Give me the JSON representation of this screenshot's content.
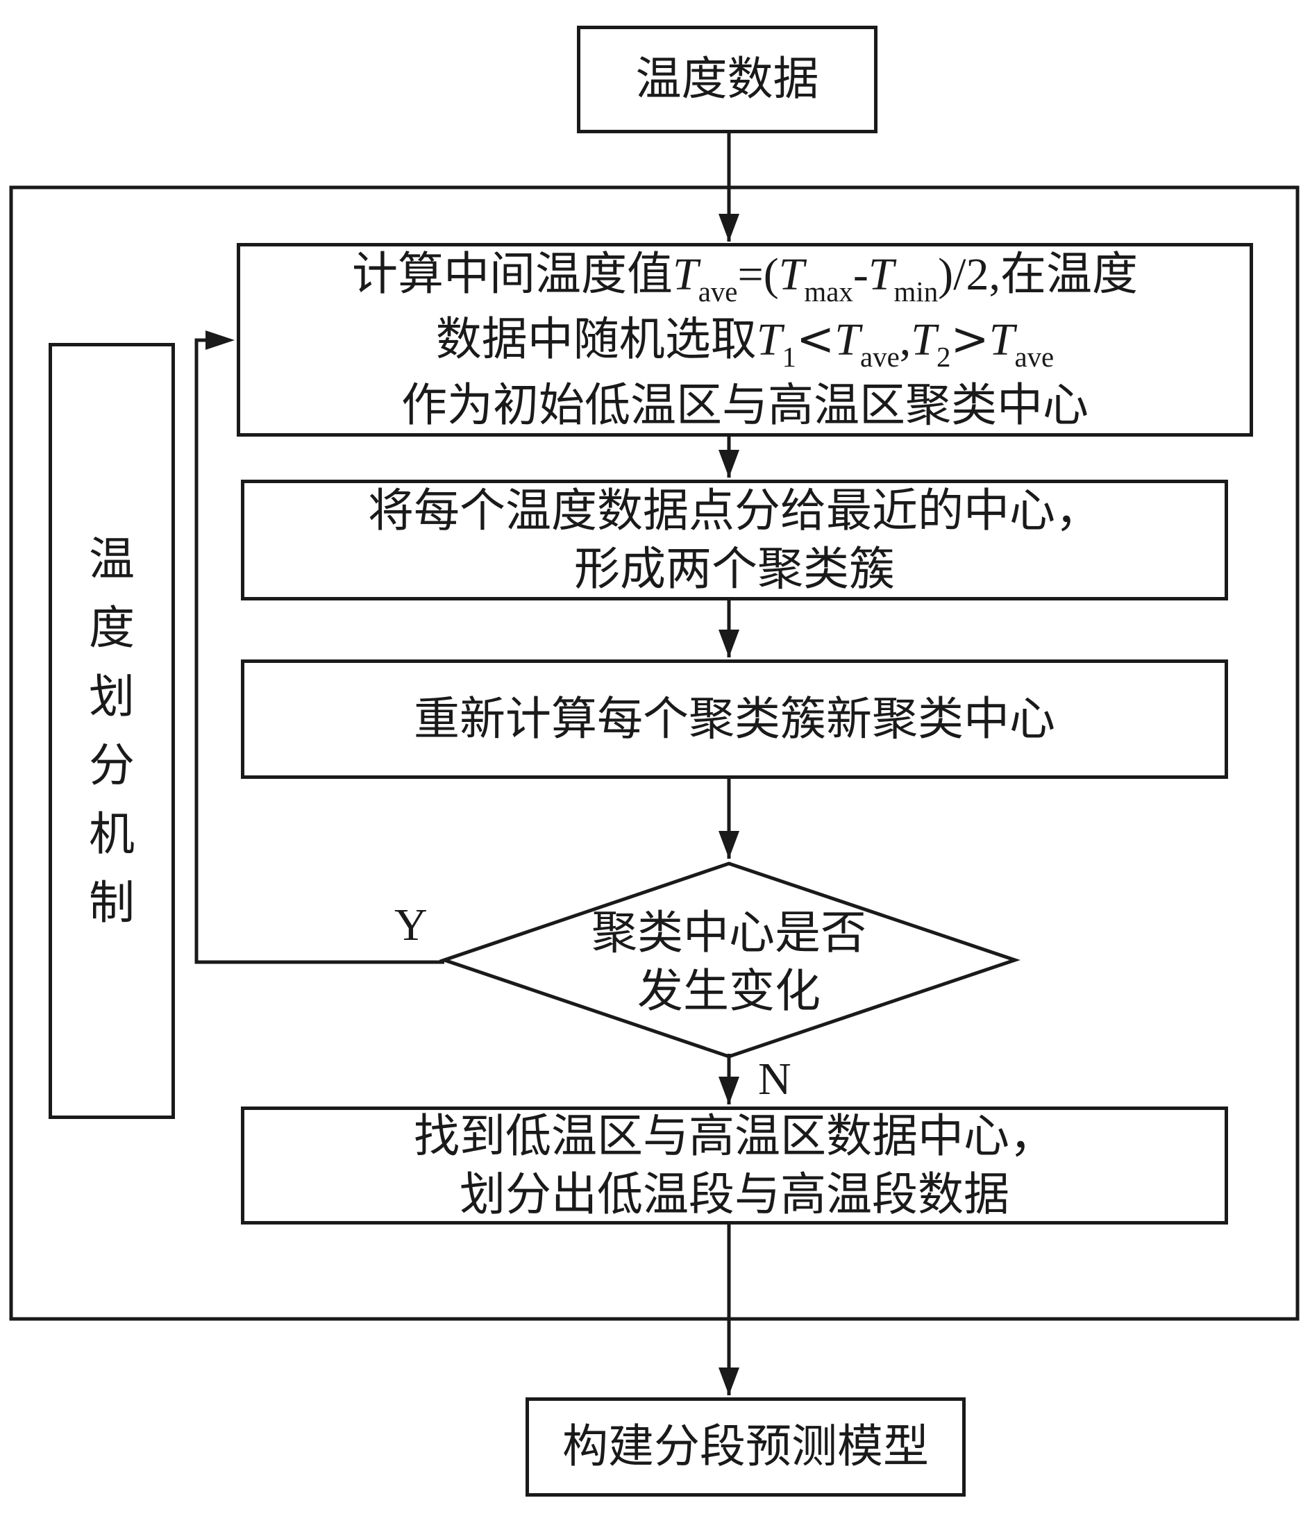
{
  "nodes": {
    "start": "温度数据",
    "step1": {
      "line1_prefix": "计算中间温度值",
      "line1_mid": ")/2,",
      "line1_suffix": "在温度",
      "line2_prefix": "数据中随机选取",
      "line3": "作为初始低温区与高温区聚类中心",
      "sym_T": "T",
      "sub_ave": "ave",
      "sub_max": "max",
      "sub_min": "min",
      "sub_1": "1",
      "sub_2": "2",
      "eq_open": "=(",
      "minus": "-",
      "lt": "<",
      "gt": ">",
      "comma": ","
    },
    "step2": {
      "line1": "将每个温度数据点分给最近的中心，",
      "line2": "形成两个聚类簇"
    },
    "step3": "重新计算每个聚类簇新聚类中心",
    "decision": {
      "line1": "聚类中心是否",
      "line2": "发生变化"
    },
    "step4": {
      "line1": "找到低温区与高温区数据中心，",
      "line2": "划分出低温段与高温段数据"
    },
    "end": "构建分段预测模型"
  },
  "side_label": "温度划分机制",
  "edge_labels": {
    "yes": "Y",
    "no": "N"
  }
}
